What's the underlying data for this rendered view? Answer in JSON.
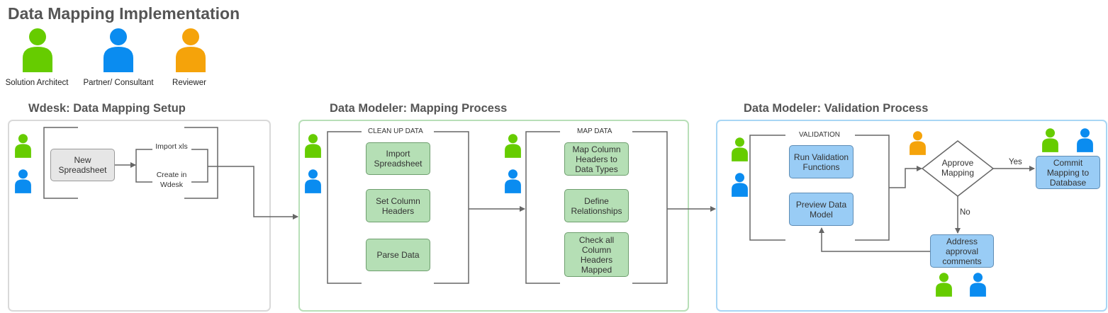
{
  "title": "Data Mapping Implementation",
  "legend": [
    {
      "label": "Solution Architect",
      "color": "#66cc00"
    },
    {
      "label": "Partner/ Consultant",
      "color": "#0a8cf0"
    },
    {
      "label": "Reviewer",
      "color": "#f5a30a"
    }
  ],
  "sections": {
    "setup": {
      "title": "Wdesk: Data Mapping Setup",
      "border_color": "#d9d9d9",
      "nodes": {
        "new_spreadsheet": "New Spreadsheet"
      },
      "options": {
        "import_xls": "Import xls",
        "create_in_wdesk": "Create in Wdesk"
      }
    },
    "mapping": {
      "title": "Data Modeler: Mapping Process",
      "border_color": "#b8dfb8",
      "clean_up": {
        "label": "CLEAN UP DATA",
        "nodes": {
          "import": "Import Spreadsheet",
          "set_headers": "Set Column Headers",
          "parse": "Parse Data"
        }
      },
      "map_data": {
        "label": "MAP DATA",
        "nodes": {
          "map_columns": "Map Column Headers to Data Types",
          "relationships": "Define Relationships",
          "check": "Check all Column Headers Mapped"
        }
      }
    },
    "validation": {
      "title": "Data Modeler: Validation Process",
      "border_color": "#a8d6f5",
      "validation_group": {
        "label": "VALIDATION",
        "nodes": {
          "run": "Run Validation Functions",
          "preview": "Preview Data Model"
        }
      },
      "decision": "Approve Mapping",
      "commit": "Commit Mapping to Database",
      "address": "Address approval comments",
      "yes_label": "Yes",
      "no_label": "No"
    }
  },
  "colors": {
    "architect": "#66cc00",
    "consultant": "#0a8cf0",
    "reviewer": "#f5a30a",
    "connector": "#666666"
  }
}
